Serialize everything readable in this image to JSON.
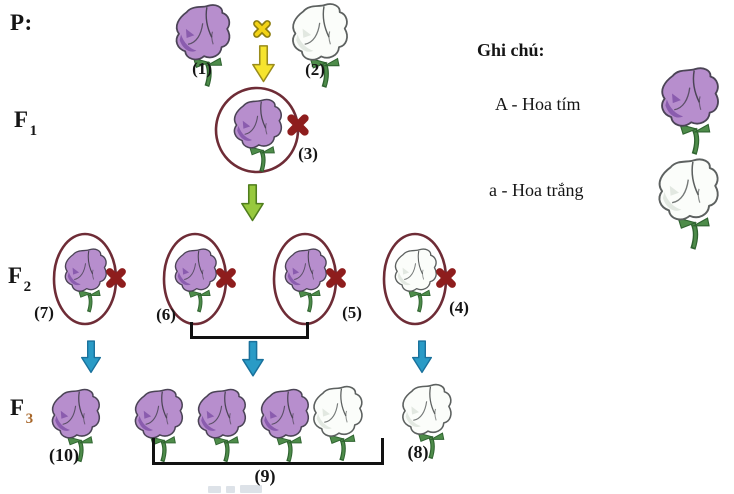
{
  "colors": {
    "text": "#151515",
    "flowerPurple": "#b78ecd",
    "flowerPurpleShade": "#8a5cae",
    "flowerWhite": "#fbfdfa",
    "flowerWhiteShade": "#e2e8e1",
    "edgePurple": "#4b4456",
    "edgeWhite": "#5d6160",
    "stem": "#4e8c4a",
    "stemDark": "#2f6330",
    "crossRed": "#8e1d1d",
    "crossYellowFill": "#f3d316",
    "crossYellowEdge": "#8d7d10",
    "arrowYellowFill": "#f6e42e",
    "arrowYellowEdge": "#9a8c1c",
    "arrowGreenFill": "#97c93d",
    "arrowGreenEdge": "#4f7d1d",
    "arrowBlueFill": "#2a9bc6",
    "arrowBlueEdge": "#19719c",
    "circleStroke": "#6e2c36",
    "bracket": "#111111",
    "f3SubColor": "#a8672a"
  },
  "generations": {
    "p": {
      "label": "P:",
      "items": [
        {
          "caption": "(1)",
          "flower": "purple"
        },
        {
          "caption": "(2)",
          "flower": "white"
        }
      ]
    },
    "f1": {
      "base": "F",
      "sub": "1",
      "caption": "(3)",
      "flower": "purple",
      "circled": true,
      "self_pollinated": true
    },
    "f2": {
      "base": "F",
      "sub": "2",
      "plants": [
        {
          "caption": "(7)",
          "flower": "purple"
        },
        {
          "caption": "(6)",
          "flower": "purple"
        },
        {
          "caption": "(5)",
          "flower": "purple"
        },
        {
          "caption": "(4)",
          "flower": "white"
        }
      ]
    },
    "f3": {
      "base": "F",
      "sub": "3",
      "groups": [
        {
          "caption": "(10)",
          "flowers": [
            "purple"
          ]
        },
        {
          "caption": "(9)",
          "flowers": [
            "purple",
            "purple",
            "purple",
            "white"
          ]
        },
        {
          "caption": "(8)",
          "flowers": [
            "white"
          ]
        }
      ]
    }
  },
  "legend": {
    "title": "Ghi chú:",
    "items": [
      {
        "label": "A - Hoa tím",
        "flower": "purple"
      },
      {
        "label": "a - Hoa trắng",
        "flower": "white"
      }
    ]
  },
  "icons": {
    "cross_icon": "×",
    "self_cross_icon": "✖",
    "down_arrow_icon": "⬇",
    "self_pollination_circle": "○"
  }
}
